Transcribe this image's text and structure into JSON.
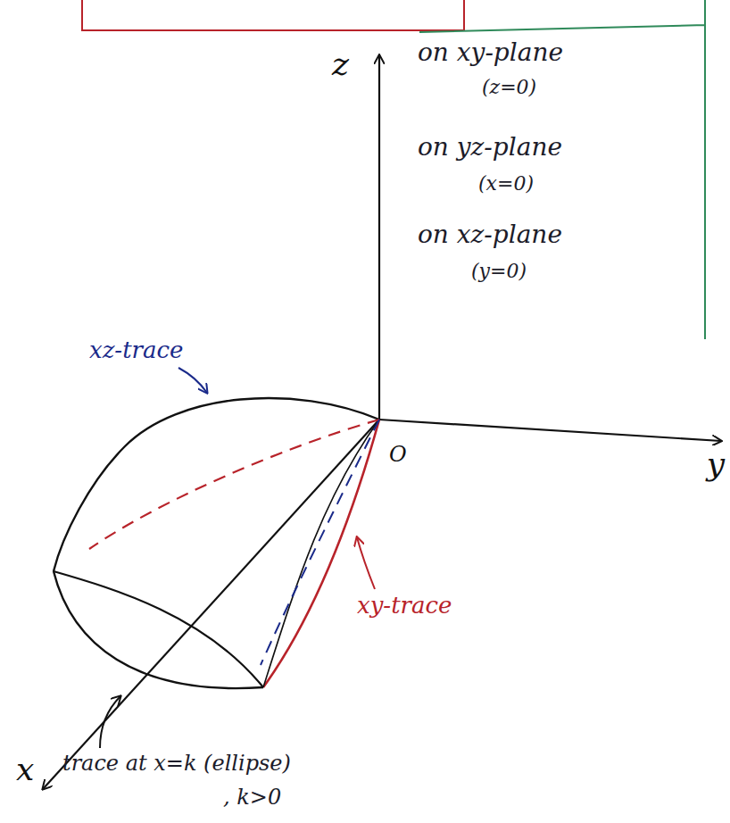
{
  "diagram": {
    "labels": [
      "z",
      "y",
      "x",
      "O",
      "on xy-plane",
      "(z=0)",
      "on yz-plane",
      "(x=0)",
      "on xz-plane",
      "(y=0)",
      "xz-trace",
      "xy-trace",
      "trace at x=k (ellipse)",
      ", k>0"
    ]
  }
}
